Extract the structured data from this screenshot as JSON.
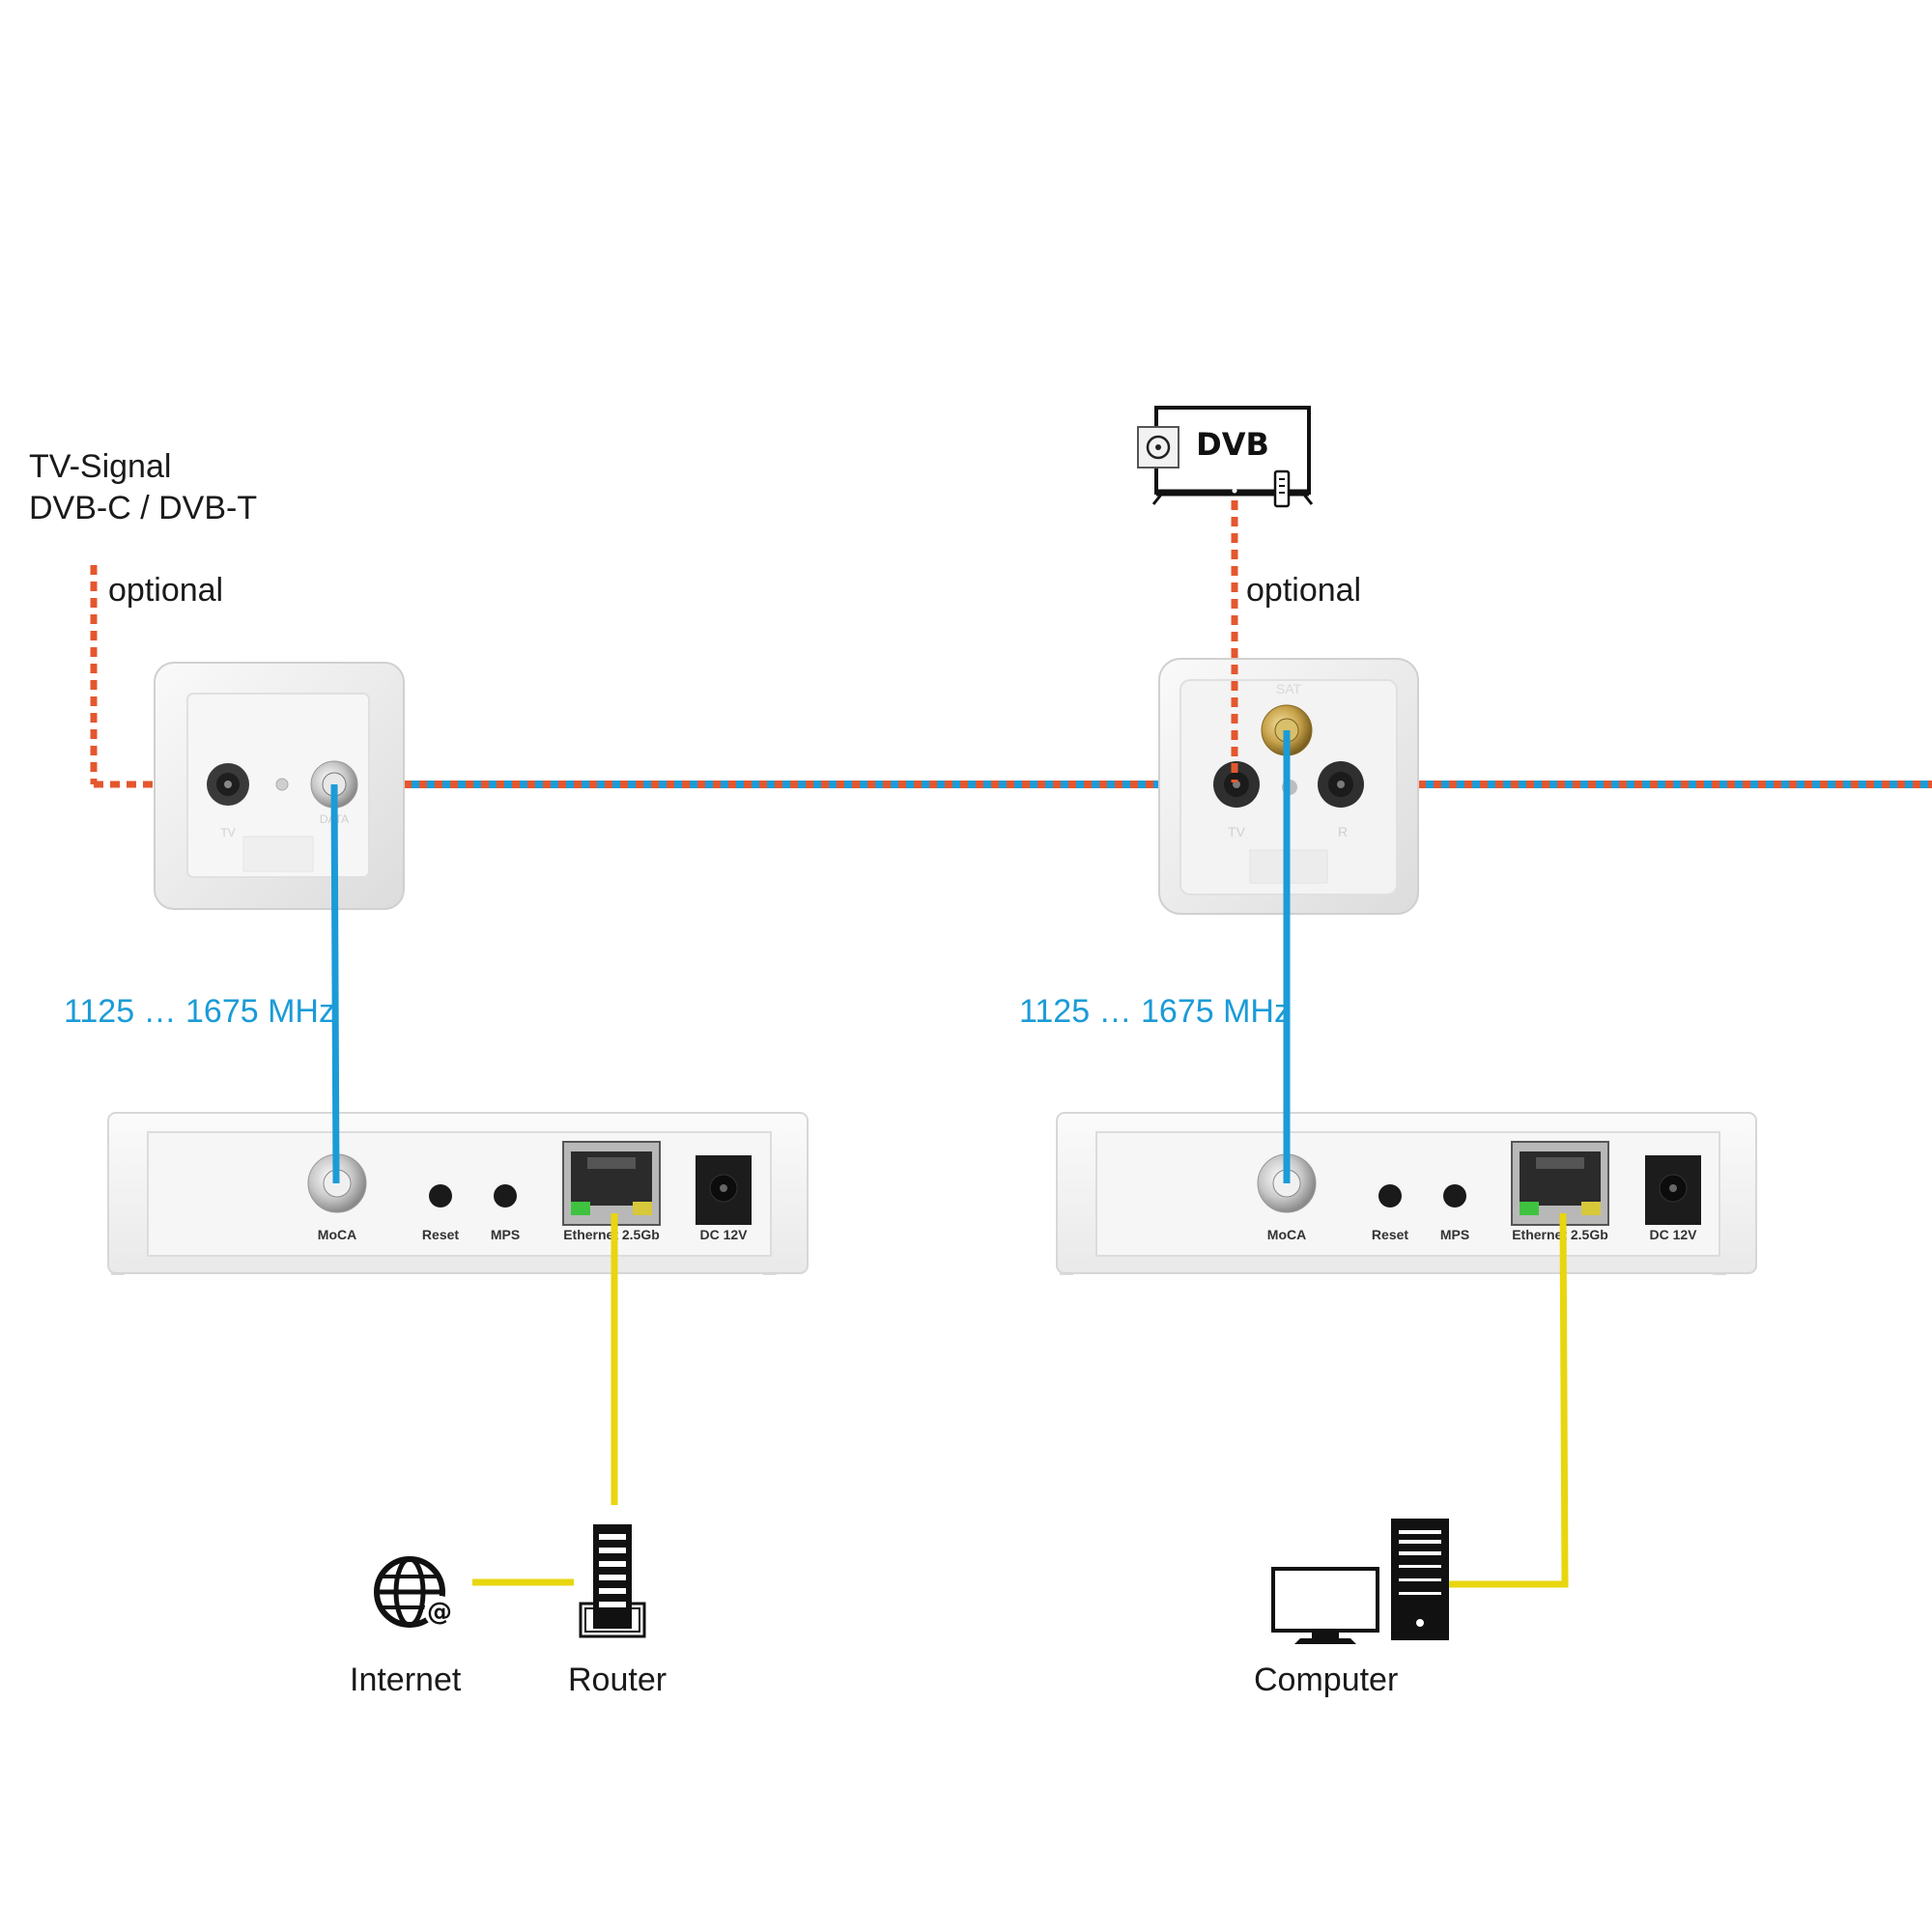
{
  "colors": {
    "tv_signal": "#e4572e",
    "moca": "#1b9bd7",
    "ethernet": "#e8d60e",
    "device": "#f4f4f4"
  },
  "labels": {
    "tv_signal_line1": "TV-Signal",
    "tv_signal_line2": "DVB-C / DVB-T",
    "optional_left": "optional",
    "optional_right": "optional",
    "freq_left": "1125 … 1675 MHz",
    "freq_right": "1125 … 1675 MHz",
    "internet": "Internet",
    "router": "Router",
    "computer": "Computer"
  },
  "tv": {
    "label": "DVB"
  },
  "adapters": [
    {
      "ports": [
        "MoCA",
        "Reset",
        "MPS",
        "Ethernet 2.5Gb",
        "DC 12V"
      ]
    },
    {
      "ports": [
        "MoCA",
        "Reset",
        "MPS",
        "Ethernet 2.5Gb",
        "DC 12V"
      ]
    }
  ],
  "icons": [
    "globe-at-icon",
    "router-icon",
    "monitor-icon",
    "pc-tower-icon",
    "tv-icon",
    "disc-icon",
    "remote-icon"
  ]
}
